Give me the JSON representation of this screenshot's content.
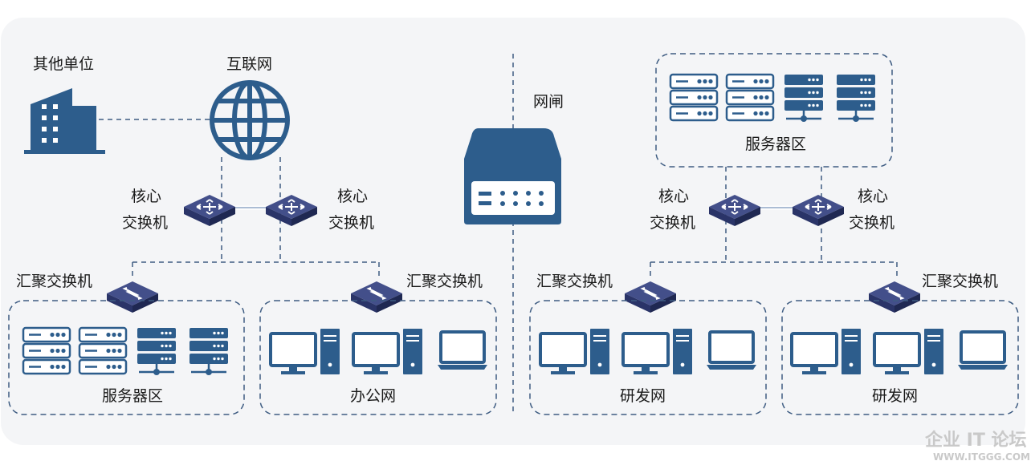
{
  "colors": {
    "background_panel": "#f4f5f7",
    "icon_blue": "#2d5d8c",
    "switch_dark": "#35427a",
    "dashed_line": "#3e5c82"
  },
  "left": {
    "other_unit": "其他单位",
    "internet": "互联网",
    "core_switch_a": [
      "核心",
      "交换机"
    ],
    "core_switch_b": [
      "核心",
      "交换机"
    ],
    "agg_switch_a": "汇聚交换机",
    "agg_switch_b": "汇聚交换机",
    "server_zone": "服务器区",
    "office_net": "办公网"
  },
  "gateway": {
    "label": "网闸"
  },
  "right": {
    "server_zone": "服务器区",
    "core_switch_a": [
      "核心",
      "交换机"
    ],
    "core_switch_b": [
      "核心",
      "交换机"
    ],
    "agg_switch_a": "汇聚交换机",
    "agg_switch_b": "汇聚交换机",
    "rd_net_a": "研发网",
    "rd_net_b": "研发网"
  },
  "watermark": {
    "line1": "企业 IT 论坛",
    "line2": "WWW.ITGGG.COM"
  }
}
